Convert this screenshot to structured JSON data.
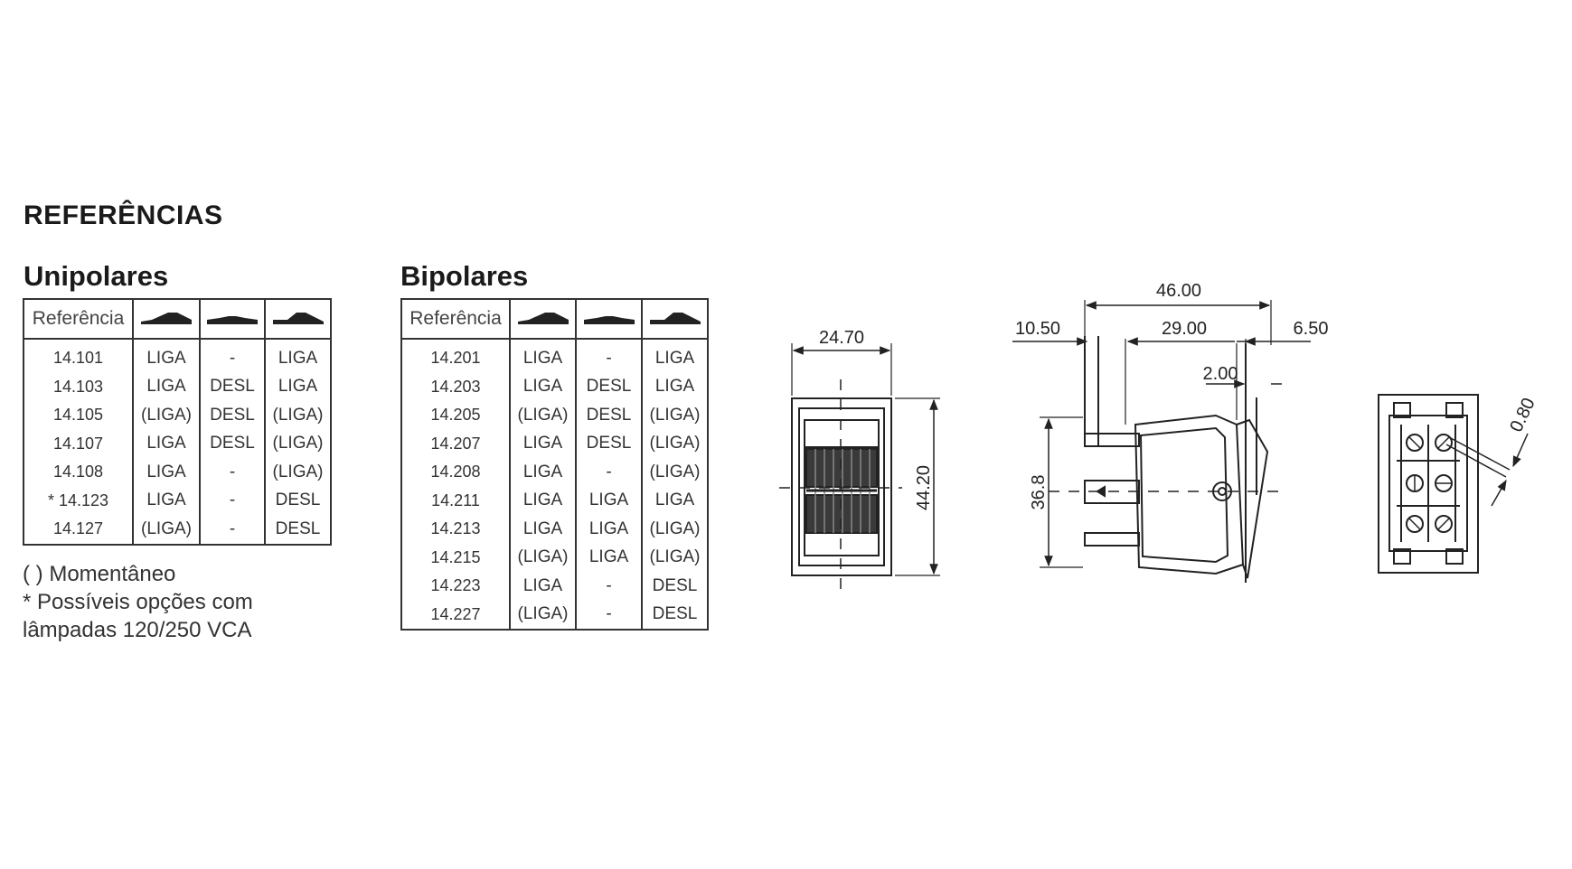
{
  "heading": "REFERÊNCIAS",
  "unipolares": {
    "title": "Unipolares",
    "header": "Referência",
    "rows": [
      [
        "14.101",
        "LIGA",
        "-",
        "LIGA"
      ],
      [
        "14.103",
        "LIGA",
        "DESL",
        "LIGA"
      ],
      [
        "14.105",
        "(LIGA)",
        "DESL",
        "(LIGA)"
      ],
      [
        "14.107",
        "LIGA",
        "DESL",
        "(LIGA)"
      ],
      [
        "14.108",
        "LIGA",
        "-",
        "(LIGA)"
      ],
      [
        "* 14.123",
        "LIGA",
        "-",
        "DESL"
      ],
      [
        "14.127",
        "(LIGA)",
        "-",
        "DESL"
      ]
    ]
  },
  "bipolares": {
    "title": "Bipolares",
    "header": "Referência",
    "rows": [
      [
        "14.201",
        "LIGA",
        "-",
        "LIGA"
      ],
      [
        "14.203",
        "LIGA",
        "DESL",
        "LIGA"
      ],
      [
        "14.205",
        "(LIGA)",
        "DESL",
        "(LIGA)"
      ],
      [
        "14.207",
        "LIGA",
        "DESL",
        "(LIGA)"
      ],
      [
        "14.208",
        "LIGA",
        "-",
        "(LIGA)"
      ],
      [
        "14.211",
        "LIGA",
        "LIGA",
        "LIGA"
      ],
      [
        "14.213",
        "LIGA",
        "LIGA",
        "(LIGA)"
      ],
      [
        "14.215",
        "(LIGA)",
        "LIGA",
        "(LIGA)"
      ],
      [
        "14.223",
        "LIGA",
        "-",
        "DESL"
      ],
      [
        "14.227",
        "(LIGA)",
        "-",
        "DESL"
      ]
    ]
  },
  "legend": {
    "momentaneo": "(  ) Momentâneo",
    "lamp_line1": "* Possíveis opções com",
    "lamp_line2": "lâmpadas 120/250 VCA"
  },
  "dimensions": {
    "front_width": "24.70",
    "front_height": "44.20",
    "overall_length": "46.00",
    "left_offset": "10.50",
    "body_length": "29.00",
    "right_offset": "6.50",
    "flange": "2.00",
    "side_height": "36.8",
    "terminal_gap": "0.80"
  },
  "colors": {
    "line": "#222222",
    "border": "#333333"
  }
}
